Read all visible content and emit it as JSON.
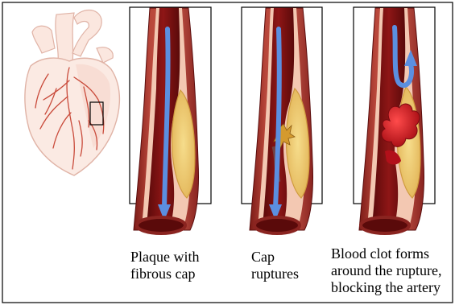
{
  "figure": {
    "panels": [
      {
        "id": "plaque",
        "caption_lines": [
          "Plaque with",
          "fibrous cap"
        ]
      },
      {
        "id": "rupture",
        "caption_lines": [
          "Cap",
          "ruptures"
        ]
      },
      {
        "id": "clot",
        "caption_lines": [
          "Blood clot forms",
          "around the rupture,",
          "blocking the artery"
        ]
      }
    ],
    "colors": {
      "artery_wall": "#a8342e",
      "artery_wall_dark": "#6e1212",
      "lumen": "#7a1010",
      "intima": "#f2c7b0",
      "plaque": "#f0d27a",
      "plaque_edge": "#d9a94a",
      "flow_arrow": "#5b8fe0",
      "clot": "#c0121c",
      "heart_outline": "#e3b9ad"
    },
    "icons": {
      "heart": "heart-illustration-icon",
      "flow": "blood-flow-arrow-icon",
      "clot": "blood-clot-icon"
    }
  }
}
